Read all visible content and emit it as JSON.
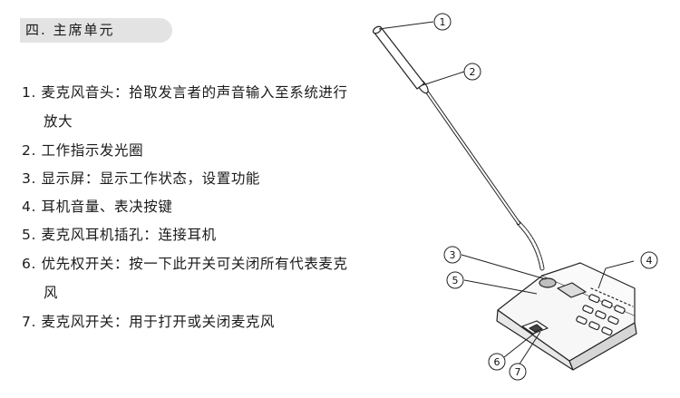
{
  "section": {
    "title": "四. 主席单元"
  },
  "items": [
    {
      "lines": [
        "1. 麦克风音头：拾取发言者的声音输入至系统进行",
        "放大"
      ]
    },
    {
      "lines": [
        "2. 工作指示发光圈"
      ]
    },
    {
      "lines": [
        "3. 显示屏：显示工作状态，设置功能"
      ]
    },
    {
      "lines": [
        "4. 耳机音量、表决按键"
      ]
    },
    {
      "lines": [
        "5. 麦克风耳机插孔：连接耳机"
      ]
    },
    {
      "lines": [
        "6. 优先权开关：按一下此开关可关闭所有代表麦克",
        "风"
      ]
    },
    {
      "lines": [
        "7. 麦克风开关：用于打开或关闭麦克风"
      ]
    }
  ],
  "callouts": [
    "1",
    "2",
    "3",
    "4",
    "5",
    "6",
    "7"
  ]
}
